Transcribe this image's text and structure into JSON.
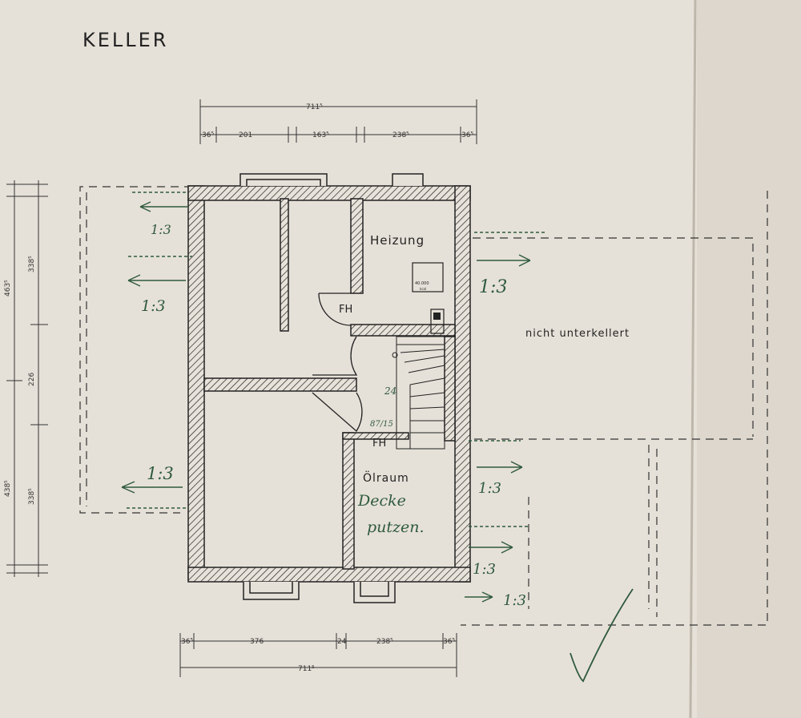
{
  "title": "KELLER",
  "rooms": {
    "heizung": "Heizung",
    "oelraum": "Ölraum",
    "fh_upper": "FH",
    "fh_lower": "FH",
    "boiler": "40.000",
    "boiler_unit": "kcal"
  },
  "note_right": "nicht unterkellert",
  "dims_top": {
    "total": "711⁵",
    "seg1": "36⁵",
    "seg2": "201",
    "seg3": "163⁵",
    "seg4": "238⁵",
    "seg5": "36⁵"
  },
  "dims_bottom": {
    "total": "711⁵",
    "seg1": "36⁵",
    "seg2": "376",
    "seg3": "24",
    "seg4": "238⁵",
    "seg5": "36⁵"
  },
  "dims_left": {
    "a": "438⁵",
    "b": "338⁵",
    "c": "463⁵",
    "d": "338⁵",
    "e": "226"
  },
  "handwriting": {
    "slope": "1:3",
    "stair_24": "24",
    "stair_ratio": "87/15",
    "oel_note_line1": "Decke",
    "oel_note_line2": "putzen."
  }
}
